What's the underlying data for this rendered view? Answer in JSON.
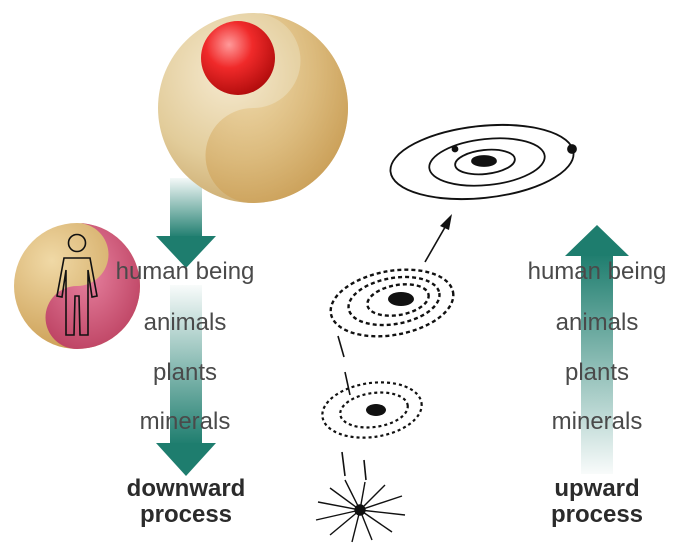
{
  "left_column": {
    "levels": [
      "human being",
      "animals",
      "plants",
      "minerals"
    ],
    "caption_line1": "downward",
    "caption_line2": "process"
  },
  "right_column": {
    "levels": [
      "human being",
      "animals",
      "plants",
      "minerals"
    ],
    "caption_line1": "upward",
    "caption_line2": "process"
  },
  "icons": {
    "large_sphere": "yin-yang-sphere-icon",
    "small_sphere": "yin-yang-sphere-with-human-icon",
    "cosmos": "galaxy-evolution-sequence-icon"
  },
  "colors": {
    "arrow_teal": "#1e7d6e",
    "sphere_tan": "#e2cc9a",
    "sphere_gold": "#d4a860",
    "core_red": "#e52222",
    "magenta": "#cc4477",
    "text_gray": "#4a4a4a"
  }
}
